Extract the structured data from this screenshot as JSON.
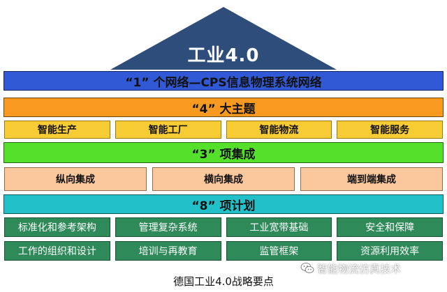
{
  "colors": {
    "roof": "#2e4d7b",
    "network_bar": "#3159d6",
    "themes_bar": "#f79a1f",
    "theme_boxes": "#f8cc35",
    "integration_bar": "#55e02c",
    "integration_boxes": "#fbc79c",
    "plan_bar": "#22c1c9",
    "plan_boxes": "#2f8a5a"
  },
  "roof": {
    "title": "工业4.0"
  },
  "network": {
    "label": "“1” 个网络—CPS信息物理系统网络"
  },
  "themes": {
    "label": "“4” 大主题",
    "items": [
      "智能生产",
      "智能工厂",
      "智能物流",
      "智能服务"
    ]
  },
  "integration": {
    "label": "“3” 项集成",
    "items": [
      "纵向集成",
      "横向集成",
      "端到端集成"
    ]
  },
  "plan": {
    "label": "“8” 项计划",
    "row1": [
      "标准化和参考架构",
      "管理复杂系统",
      "工业宽带基础",
      "安全和保障"
    ],
    "row2": [
      "工作的组织和设计",
      "培训与再教育",
      "监管框架",
      "资源利用效率"
    ]
  },
  "caption": "德国工业4.0战略要点",
  "watermark": {
    "text": "智能物流仿真技术",
    "icon": "wechat-icon"
  }
}
